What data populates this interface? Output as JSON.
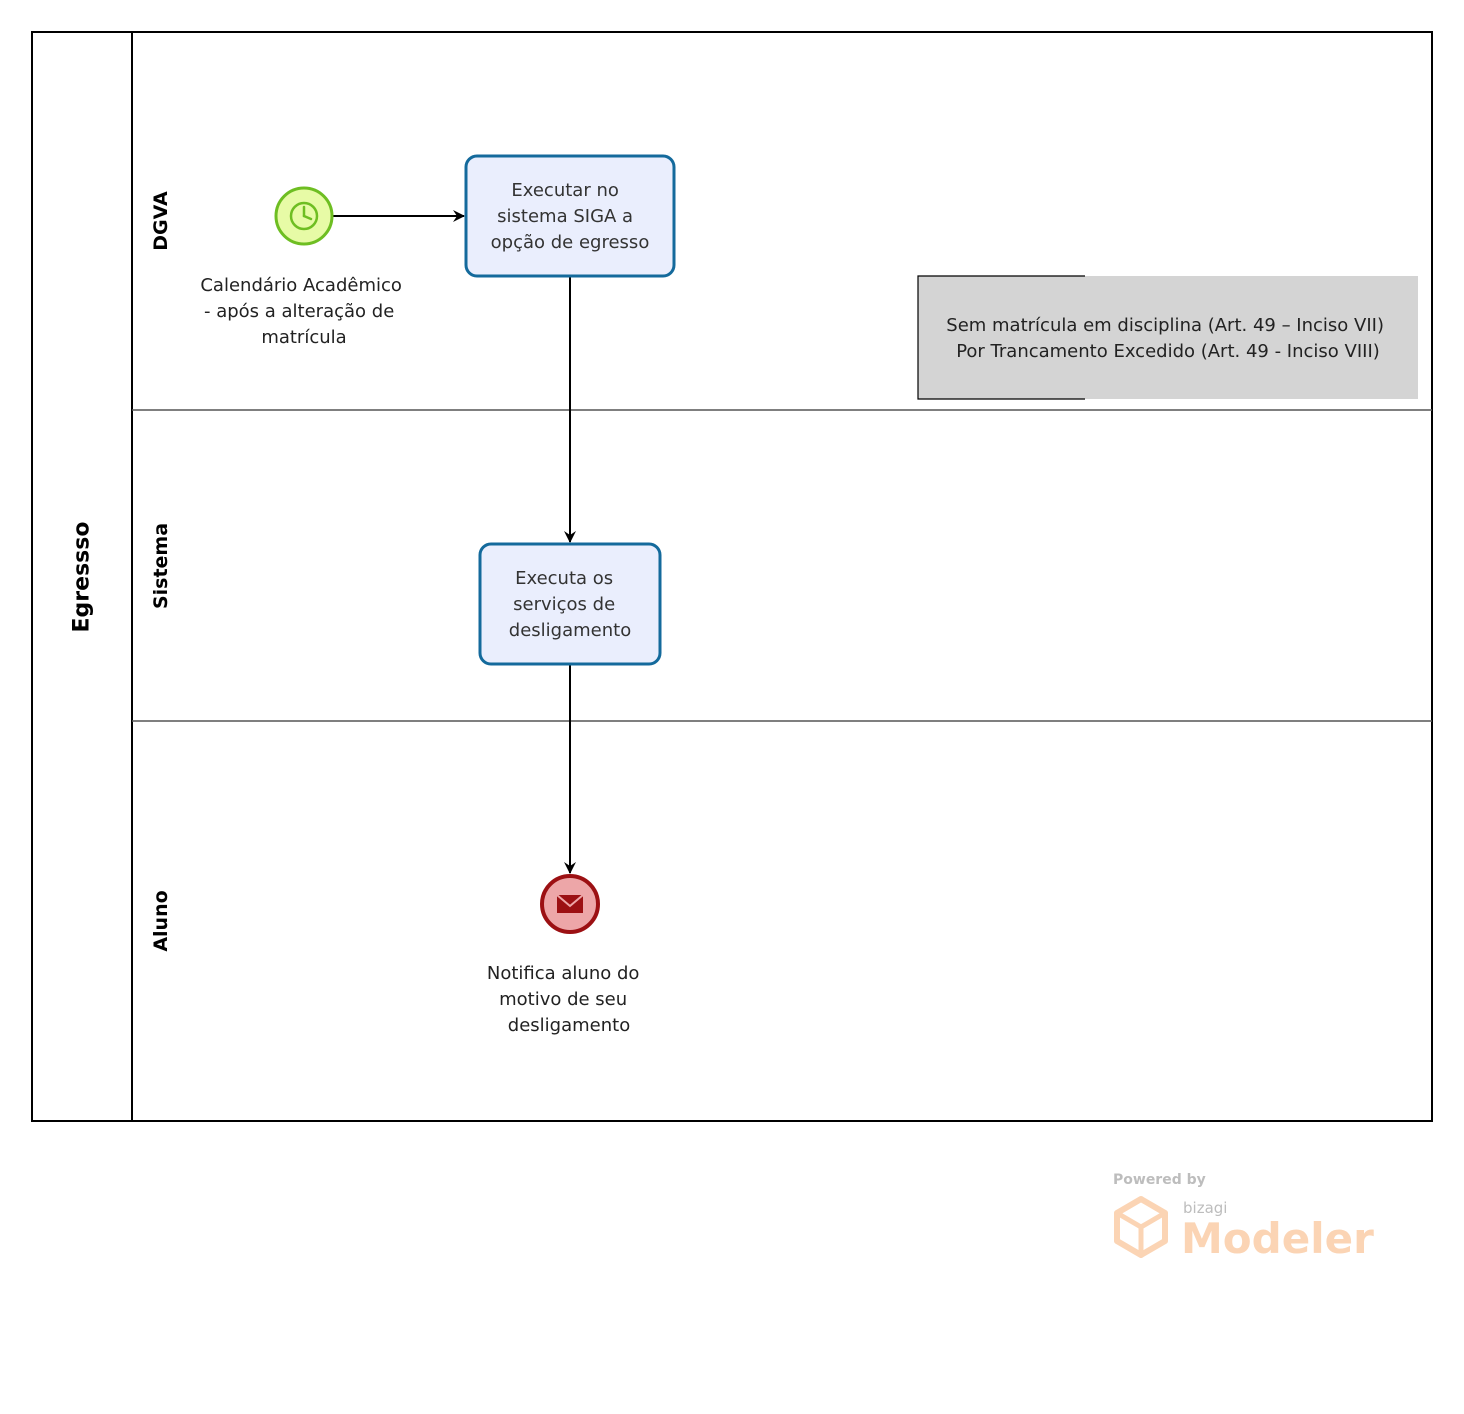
{
  "pool": {
    "label": "Egressso"
  },
  "lanes": {
    "dgva": "DGVA",
    "sistema": "Sistema",
    "aluno": "Aluno"
  },
  "start_event": {
    "type": "timer",
    "icon": "clock-icon",
    "label_lines": [
      "Calendário Acadêmico",
      "- após a alteração de",
      "matrícula"
    ]
  },
  "task_executar": {
    "lines": [
      "Executar no",
      "sistema SIGA a",
      "opção de egresso"
    ]
  },
  "task_executa": {
    "lines": [
      "Executa os",
      "serviços de",
      "desligamento"
    ]
  },
  "end_event": {
    "type": "message",
    "icon": "envelope-icon",
    "label_lines": [
      "Notifica aluno do",
      "motivo de seu",
      "desligamento"
    ]
  },
  "annotation": {
    "lines": [
      "Sem matrícula em disciplina (Art. 49 – Inciso VII)",
      "Por Trancamento Excedido (Art. 49 - Inciso VIII)"
    ]
  },
  "watermark": {
    "powered_by": "Powered by",
    "brand": "bizagi",
    "product": "Modeler"
  },
  "colors": {
    "task_fill": "#eaeefd",
    "task_stroke": "#146a9c",
    "start_fill": "#e7fba6",
    "start_stroke": "#6ebe22",
    "end_fill": "#eda6a8",
    "end_stroke": "#9c1013",
    "annotation_fill": "#d4d4d4",
    "watermark_orange": "#fbd4b4"
  }
}
